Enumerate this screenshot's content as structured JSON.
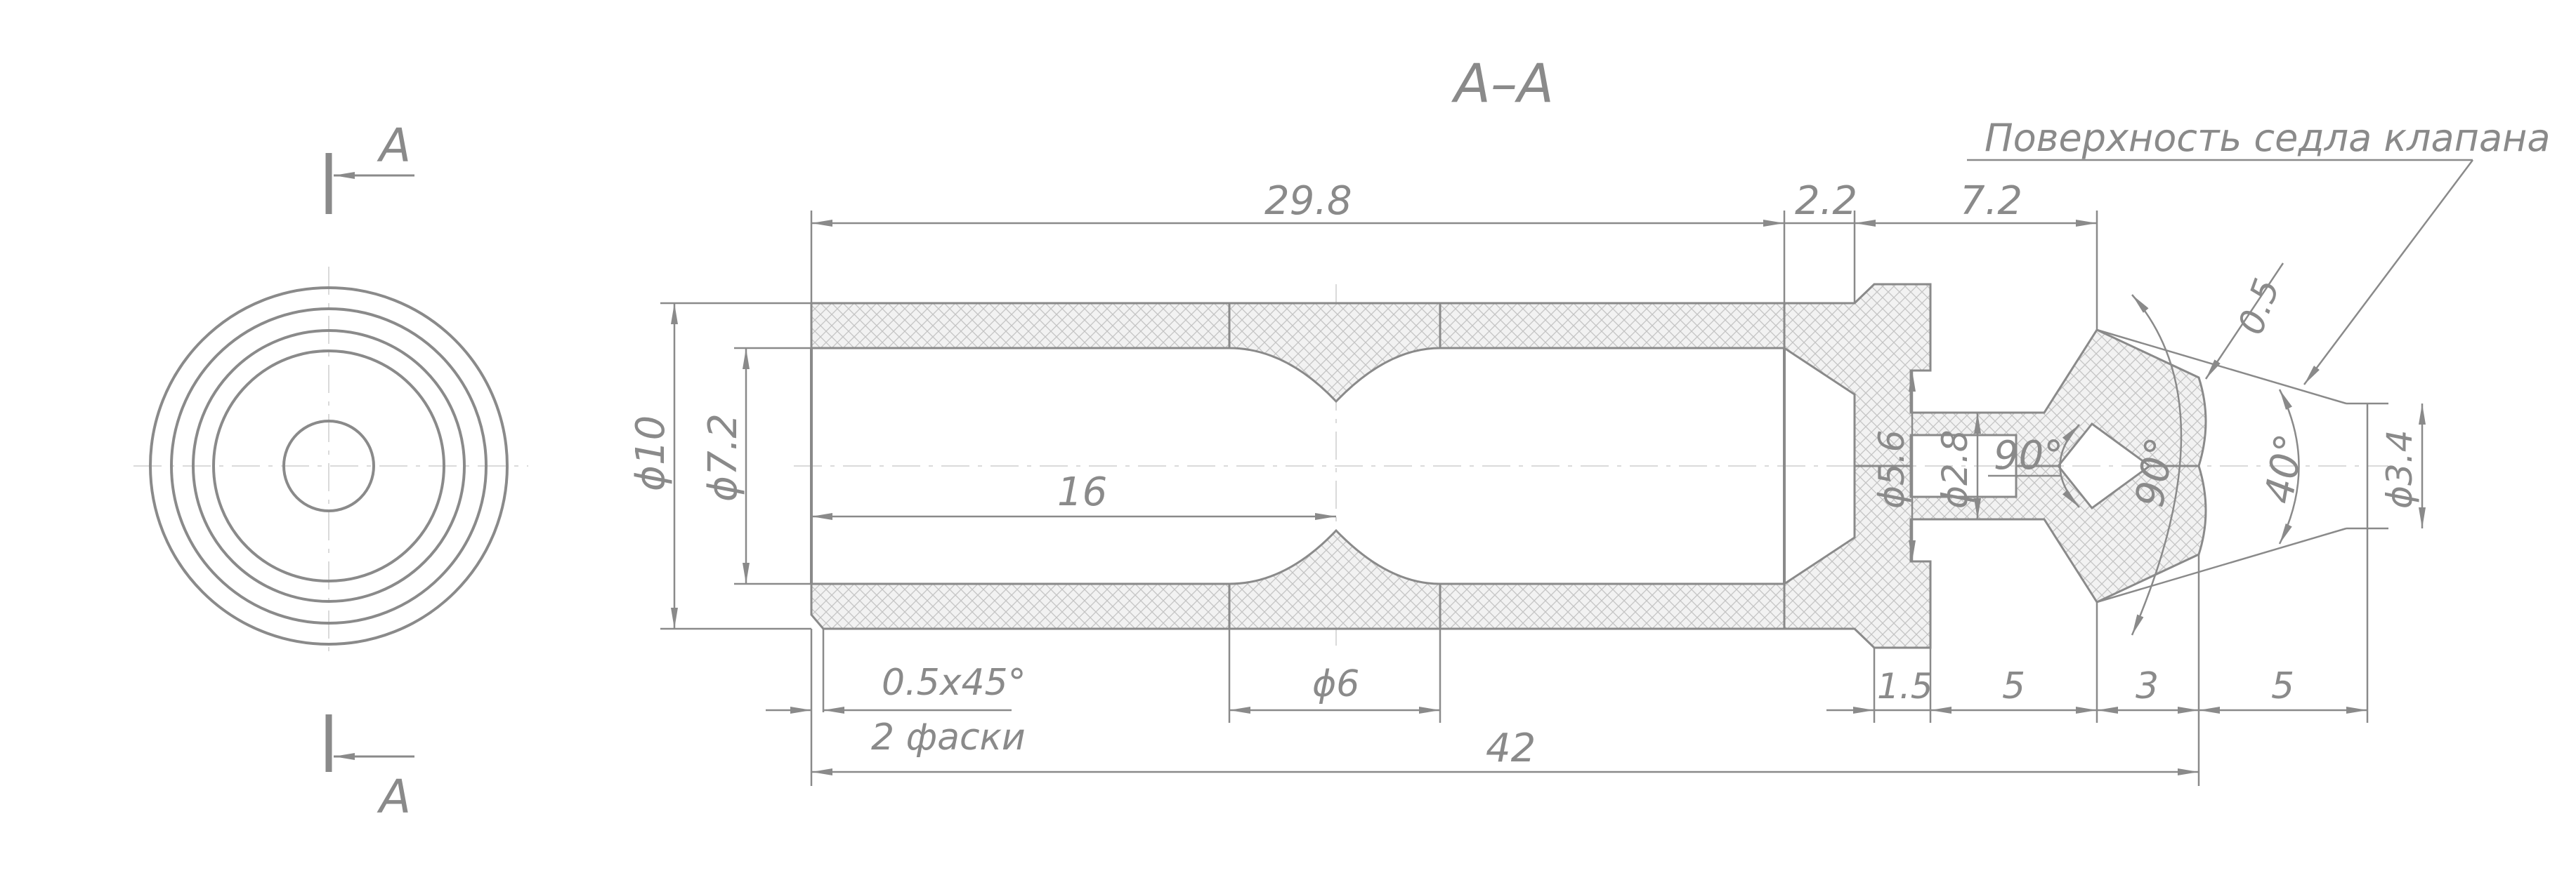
{
  "section_title": "A–A",
  "section_marker": "A",
  "callout_label": "Поверхность седла клапана",
  "dimensions": {
    "len_29_8": "29.8",
    "len_2_2": "2.2",
    "len_7_2": "7.2",
    "len_16": "16",
    "dia_10": "ϕ10",
    "dia_7_2": "ϕ7.2",
    "dia_5_6": "ϕ5.6",
    "dia_2_8": "ϕ2.8",
    "dia_3_4": "ϕ3.4",
    "dia_6": "ϕ6",
    "angle_90_inner": "90°",
    "angle_90_outer": "90°",
    "angle_40": "40°",
    "offset_0_5": "0.5",
    "len_1_5": "1.5",
    "len_5_a": "5",
    "len_3": "3",
    "len_5_b": "5",
    "len_42": "42"
  },
  "chamfer_note": {
    "line1": "0.5x45°",
    "line2": "2 фаски"
  },
  "colors": {
    "line": "#8a8a8a",
    "hatch_fill": "#f0f0f0",
    "axis": "#b4b4b4"
  }
}
